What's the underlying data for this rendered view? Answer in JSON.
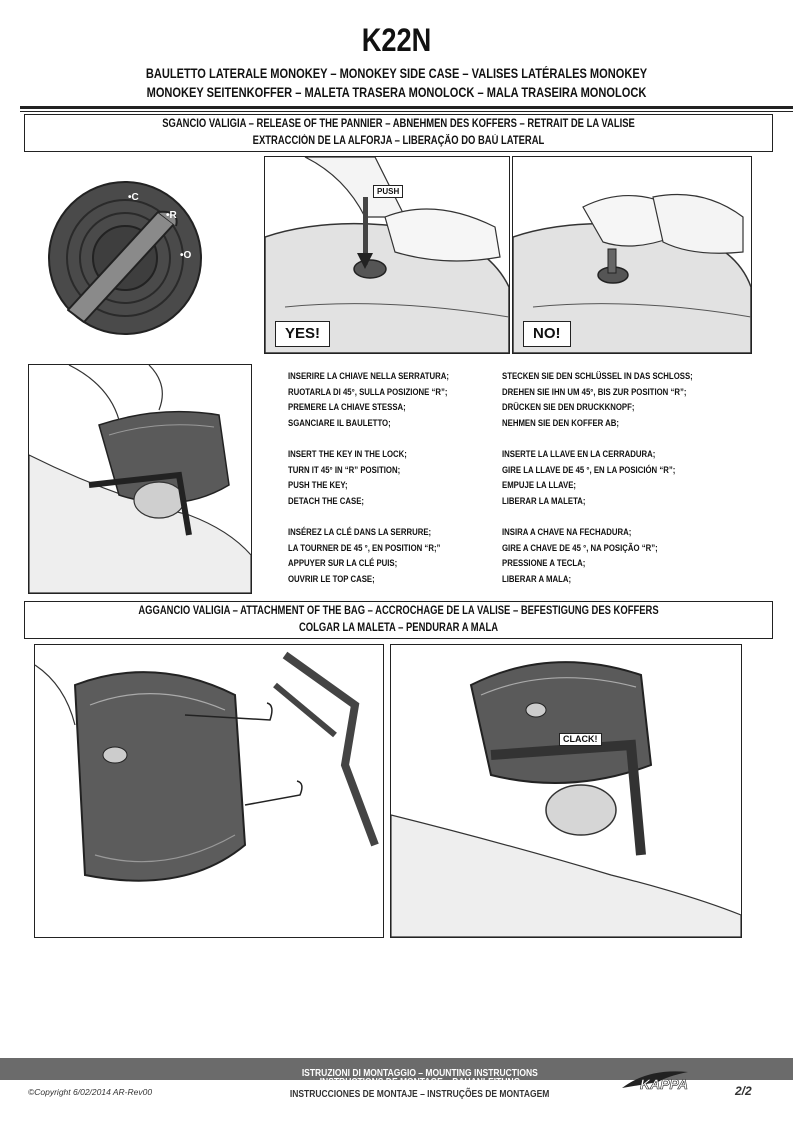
{
  "header": {
    "model": "K22N",
    "subtitle_line1": "BAULETTO LATERALE MONOKEY  – MONOKEY SIDE CASE – VALISES LATÉRALES MONOKEY",
    "subtitle_line2": "MONOKEY SEITENKOFFER – MALETA TRASERA MONOLOCK – MALA TRASEIRA MONOLOCK"
  },
  "section_release": {
    "line1": "SGANCIO VALIGIA – RELEASE OF THE PANNIER  – ABNEHMEN DES KOFFERS – RETRAIT DE LA VALISE",
    "line2": "EXTRACCIÓN DE LA ALFORJA – LIBERAÇÃO DO BAÚ LATERAL"
  },
  "lock_dial": {
    "labels": [
      "•C",
      "•R",
      "•O"
    ]
  },
  "figures": {
    "push_label": "PUSH",
    "yes_badge": "YES!",
    "no_badge": "NO!",
    "clack_label": "CLACK!"
  },
  "instructions": {
    "it": [
      "INSERIRE LA CHIAVE NELLA SERRATURA;",
      "RUOTARLA DI 45°, SULLA POSIZIONE “R”;",
      "PREMERE LA CHIAVE STESSA;",
      "SGANCIARE IL BAULETTO;"
    ],
    "en": [
      "INSERT THE KEY IN THE LOCK;",
      "TURN IT 45° IN “R” POSITION;",
      "PUSH THE KEY;",
      "DETACH THE CASE;"
    ],
    "fr": [
      "INSÉREZ LA CLÉ DANS LA SERRURE;",
      "LA TOURNER DE 45 °, EN POSITION “R;”",
      "APPUYER SUR LA CLÉ PUIS;",
      "OUVRIR LE TOP CASE;"
    ],
    "de": [
      "STECKEN SIE DEN SCHLÜSSEL IN DAS SCHLOSS;",
      "DREHEN SIE IHN UM 45°, BIS ZUR POSITION “R”;",
      "DRÜCKEN SIE DEN DRUCKKNOPF;",
      "NEHMEN SIE DEN KOFFER AB;"
    ],
    "es": [
      "INSERTE LA LLAVE EN LA CERRADURA;",
      "GIRE LA LLAVE DE 45 °, EN LA POSICIÓN “R”;",
      "EMPUJE LA LLAVE;",
      "LIBERAR LA MALETA;"
    ],
    "pt": [
      "INSIRA A CHAVE NA FECHADURA;",
      "GIRE A CHAVE DE 45 °, NA POSIÇÃO “R”;",
      "PRESSIONE A TECLA;",
      "LIBERAR A MALA;"
    ]
  },
  "section_attach": {
    "line1": "AGGANCIO VALIGIA – ATTACHMENT OF THE BAG  –  ACCROCHAGE DE LA VALISE  – BEFESTIGUNG DES KOFFERS",
    "line2": "COLGAR LA MALETA – PENDURAR A MALA"
  },
  "footer": {
    "line1": "ISTRUZIONI DI MONTAGGIO  –  MOUNTING INSTRUCTIONS",
    "line2": "INSTRUCTIONS DE MONTAGE – BAUANLEITUNG",
    "line3": "INSTRUCCIONES DE MONTAJE – INSTRUÇÕES DE MONTAGEM",
    "copyright": "©Copyright 6/02/2014 AR-Rev00",
    "brand": "KAPPA",
    "page": "2/2"
  }
}
